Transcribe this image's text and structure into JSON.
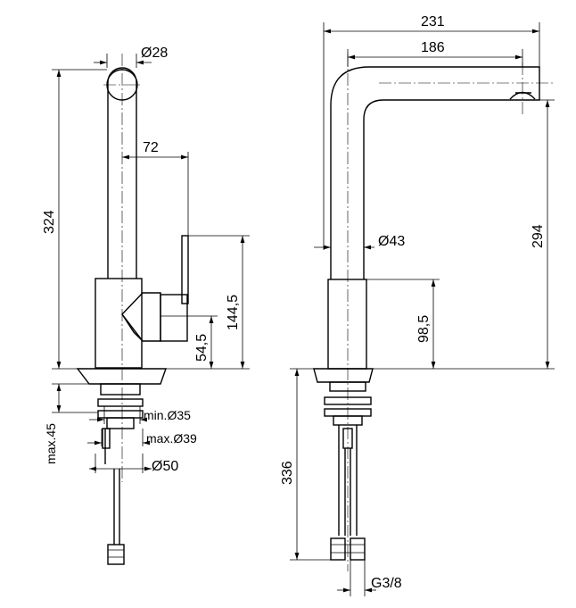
{
  "dimensions": {
    "d28": "Ø28",
    "h324": "324",
    "d72": "72",
    "h1445": "144,5",
    "h545": "54,5",
    "max45": "max.45",
    "min35": "min.Ø35",
    "max39": "max.Ø39",
    "d50": "Ø50",
    "w231": "231",
    "w186": "186",
    "d43": "Ø43",
    "h294": "294",
    "h985": "98,5",
    "h336": "336",
    "g38": "G3/8"
  }
}
